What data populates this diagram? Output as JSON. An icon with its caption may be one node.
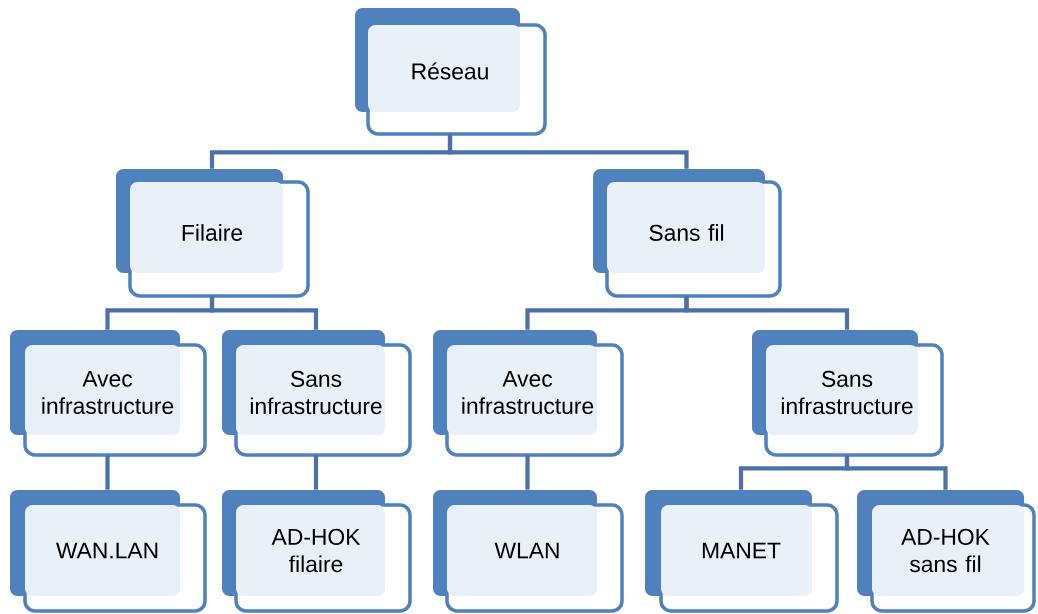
{
  "diagram": {
    "nodes": [
      {
        "text": [
          "Réseau"
        ]
      },
      {
        "text": [
          "Filaire"
        ]
      },
      {
        "text": [
          "Sans fil"
        ]
      },
      {
        "text": [
          "Avec infrastructure"
        ]
      },
      {
        "text": [
          "Sans infrastructure"
        ]
      },
      {
        "text": [
          "Avec infrastructure"
        ]
      },
      {
        "text": [
          "Sans infrastructure"
        ]
      },
      {
        "text": [
          "WAN.LAN"
        ]
      },
      {
        "text": [
          "AD-HOK filaire"
        ]
      },
      {
        "text": [
          "WLAN"
        ]
      },
      {
        "text": [
          "MANET"
        ]
      },
      {
        "text": [
          "AD-HOK sans fil"
        ]
      }
    ],
    "edges": [
      {
        "from": 0,
        "to": 1,
        "arrow": "none"
      },
      {
        "from": 0,
        "to": 2,
        "arrow": "none"
      },
      {
        "from": 1,
        "to": 3,
        "arrow": "none"
      },
      {
        "from": 1,
        "to": 4,
        "arrow": "none"
      },
      {
        "from": 2,
        "to": 5,
        "arrow": "none"
      },
      {
        "from": 2,
        "to": 6,
        "arrow": "none"
      },
      {
        "from": 3,
        "to": 7,
        "arrow": "none"
      },
      {
        "from": 4,
        "to": 8,
        "arrow": "none"
      },
      {
        "from": 5,
        "to": 9,
        "arrow": "none"
      },
      {
        "from": 6,
        "to": 10,
        "arrow": "none"
      },
      {
        "from": 6,
        "to": 11,
        "arrow": "none"
      }
    ]
  }
}
